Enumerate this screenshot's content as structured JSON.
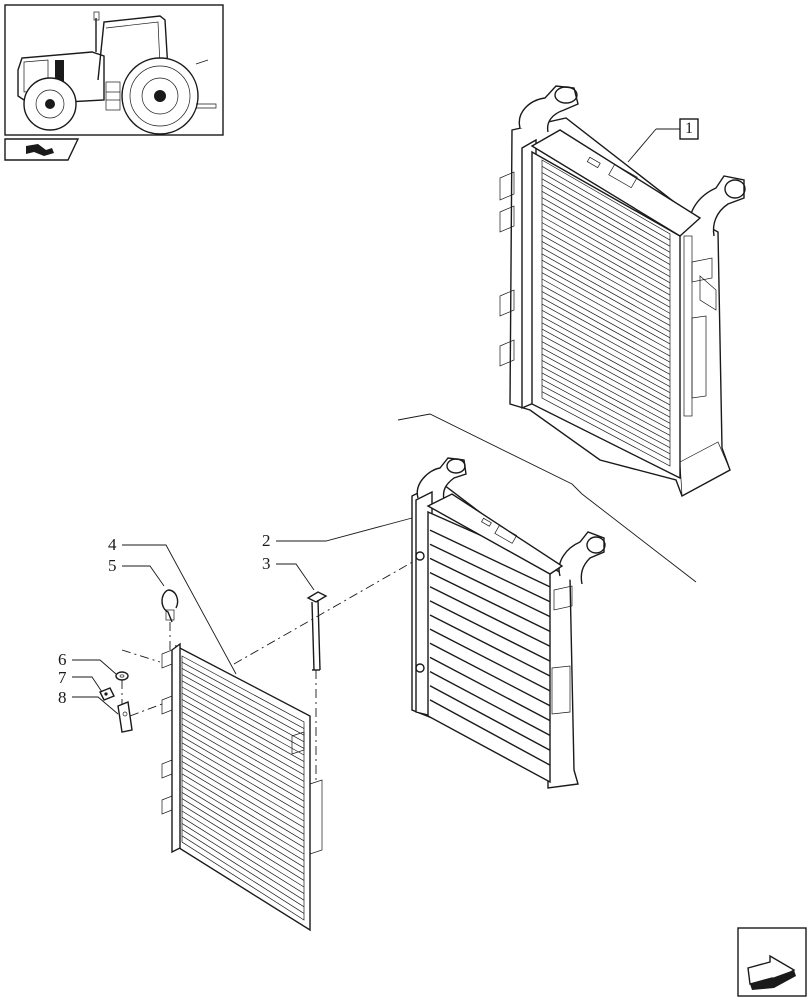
{
  "callouts": {
    "c1": "1",
    "c2": "2",
    "c3": "3",
    "c4": "4",
    "c5": "5",
    "c6": "6",
    "c7": "7",
    "c8": "8"
  },
  "icons": {
    "tractor": "tractor-thumbnail-icon",
    "section": "section-symbol-icon",
    "next": "next-page-arrow-icon"
  }
}
